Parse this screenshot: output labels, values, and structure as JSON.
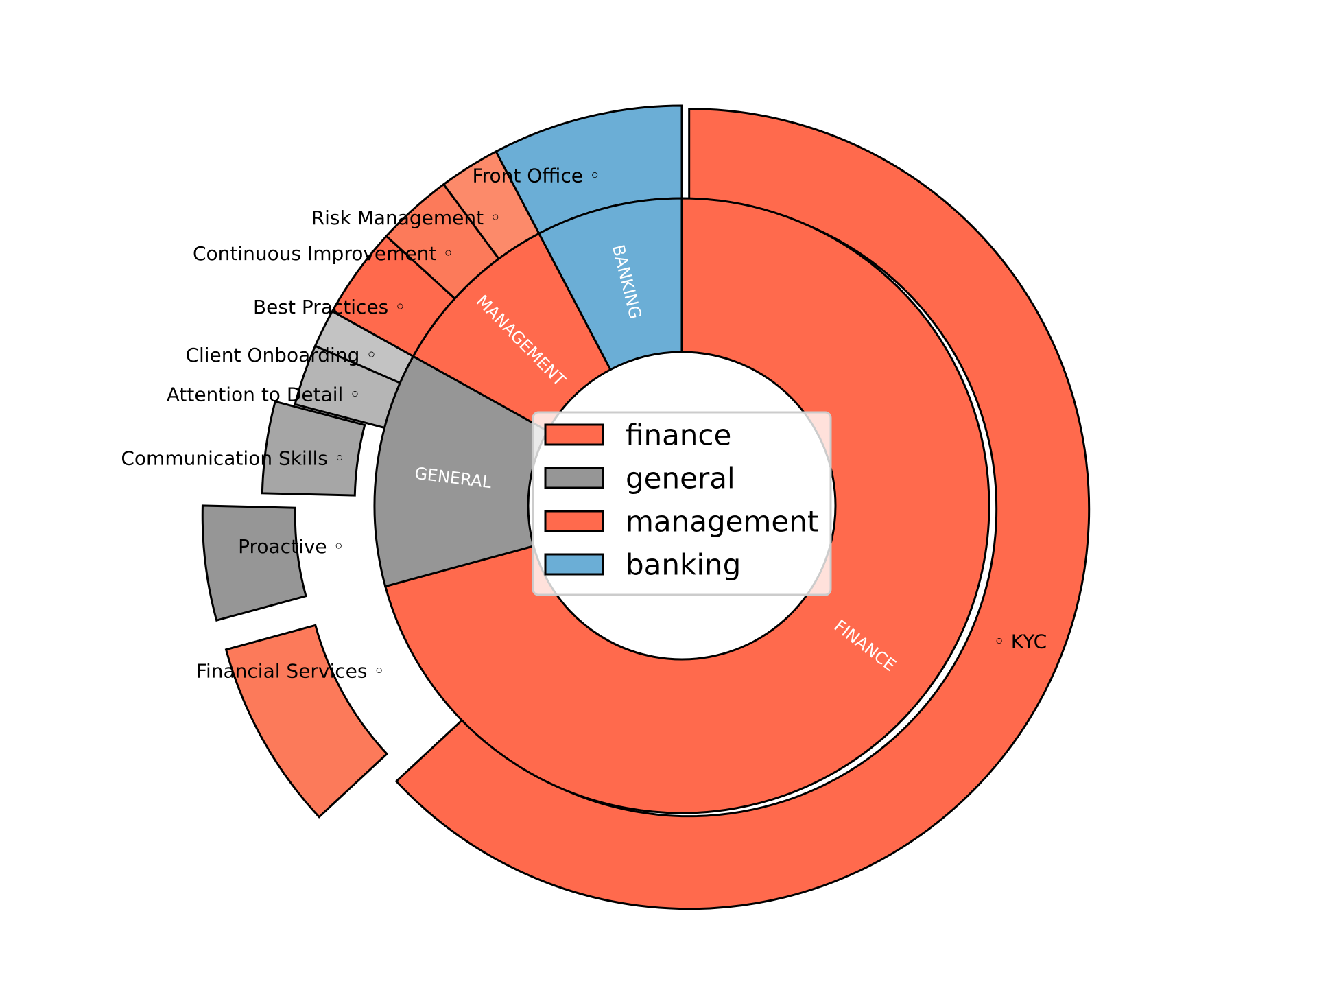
{
  "chart_data": {
    "type": "pie",
    "variant": "nested-donut",
    "title": "",
    "legend_placement": "center",
    "categories": [
      {
        "key": "finance",
        "label": "FINANCE",
        "value": 23.0,
        "color": "#ff6a4d"
      },
      {
        "key": "general",
        "label": "GENERAL",
        "value": 4.0,
        "color": "#969696"
      },
      {
        "key": "management",
        "label": "MANAGEMENT",
        "value": 3.0,
        "color": "#ff6a4d"
      },
      {
        "key": "banking",
        "label": "BANKING",
        "value": 2.5,
        "color": "#6baed6"
      }
    ],
    "subcategories": [
      {
        "label": "KYC",
        "parent": "finance",
        "value": 20.5,
        "color": "#ff6a4d",
        "explode": 0.02
      },
      {
        "label": "Financial Services",
        "parent": "finance",
        "value": 2.5,
        "color": "#fc7a5a",
        "explode": 0.2
      },
      {
        "label": "Proactive",
        "parent": "general",
        "value": 1.5,
        "color": "#969696",
        "explode": 0.2
      },
      {
        "label": "Communication Skills",
        "parent": "general",
        "value": 1.2,
        "color": "#a6a6a6",
        "explode": 0.05
      },
      {
        "label": "Attention to Detail",
        "parent": "general",
        "value": 0.8,
        "color": "#b5b5b5",
        "explode": 0.0
      },
      {
        "label": "Client Onboarding",
        "parent": "general",
        "value": 0.5,
        "color": "#c3c3c3",
        "explode": 0.0
      },
      {
        "label": "Best Practices",
        "parent": "management",
        "value": 1.2,
        "color": "#ff6a4d",
        "explode": 0.0
      },
      {
        "label": "Continuous Improvement",
        "parent": "management",
        "value": 1.0,
        "color": "#fc7a5a",
        "explode": 0.0
      },
      {
        "label": "Risk Management",
        "parent": "management",
        "value": 0.8,
        "color": "#fc8a6a",
        "explode": 0.0
      },
      {
        "label": "Front Office",
        "parent": "banking",
        "value": 2.5,
        "color": "#6baed6",
        "explode": 0.0
      }
    ],
    "legend": [
      {
        "label": "finance",
        "color": "#ff6a4d"
      },
      {
        "label": "general",
        "color": "#969696"
      },
      {
        "label": "management",
        "color": "#ff6a4d"
      },
      {
        "label": "banking",
        "color": "#6baed6"
      }
    ]
  }
}
